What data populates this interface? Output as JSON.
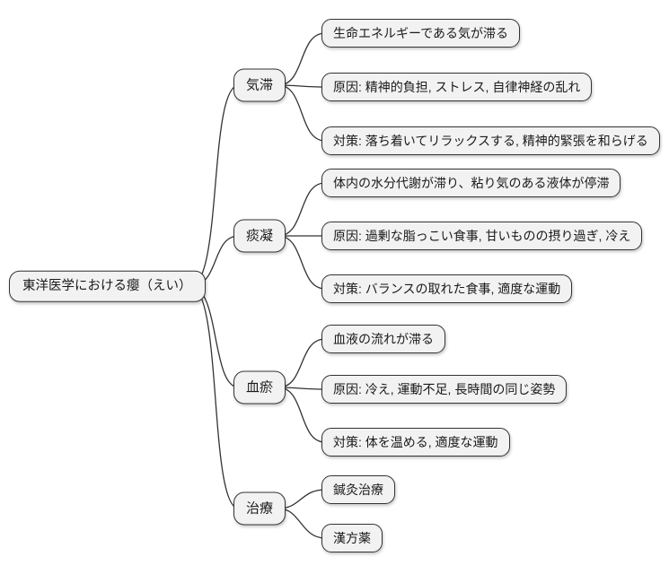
{
  "mindmap": {
    "title": "東洋医学における癭（えい）",
    "root": {
      "label": "東洋医学における癭（えい）"
    },
    "branches": [
      {
        "label": "気滞",
        "children": [
          "生命エネルギーである気が滞る",
          "原因: 精神的負担, ストレス, 自律神経の乱れ",
          "対策: 落ち着いてリラックスする, 精神的緊張を和らげる"
        ]
      },
      {
        "label": "痰凝",
        "children": [
          "体内の水分代謝が滞り、粘り気のある液体が停滞",
          "原因: 過剰な脂っこい食事, 甘いものの摂り過ぎ, 冷え",
          "対策: バランスの取れた食事, 適度な運動"
        ]
      },
      {
        "label": "血瘀",
        "children": [
          "血液の流れが滞る",
          "原因: 冷え, 運動不足, 長時間の同じ姿勢",
          "対策: 体を温める, 適度な運動"
        ]
      },
      {
        "label": "治療",
        "children": [
          "鍼灸治療",
          "漢方薬"
        ]
      }
    ],
    "colors": {
      "background": "#ffffff",
      "node_fill": "#f2f2f2",
      "node_border": "#333333",
      "edge": "#333333",
      "text": "#1a1a1a"
    },
    "diagram_type": "mindmap"
  }
}
